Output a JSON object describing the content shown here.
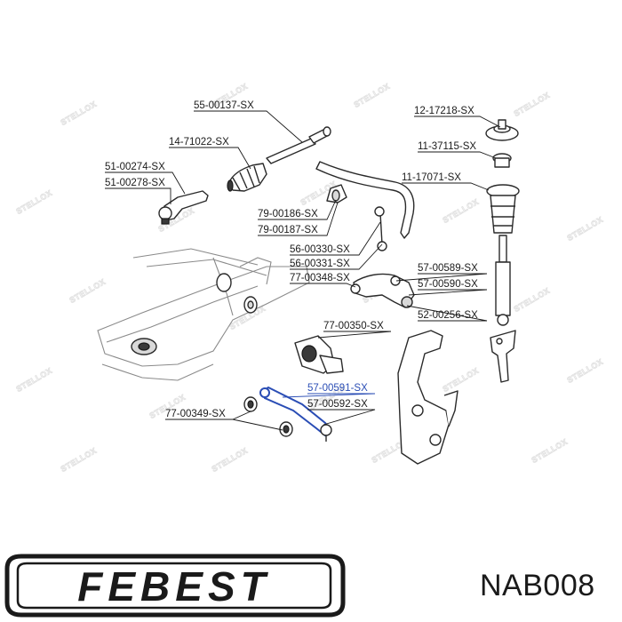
{
  "diagram": {
    "watermark_text": "STELLOX",
    "labels": [
      {
        "id": "55-00137",
        "text": "55-00137-SX",
        "highlight": false
      },
      {
        "id": "14-71022",
        "text": "14-71022-SX",
        "highlight": false
      },
      {
        "id": "51-00274",
        "text": "51-00274-SX",
        "highlight": false
      },
      {
        "id": "51-00278",
        "text": "51-00278-SX",
        "highlight": false
      },
      {
        "id": "12-17218",
        "text": "12-17218-SX",
        "highlight": false
      },
      {
        "id": "11-37115",
        "text": "11-37115-SX",
        "highlight": false
      },
      {
        "id": "11-17071",
        "text": "11-17071-SX",
        "highlight": false
      },
      {
        "id": "79-00186",
        "text": "79-00186-SX",
        "highlight": false
      },
      {
        "id": "79-00187",
        "text": "79-00187-SX",
        "highlight": false
      },
      {
        "id": "56-00330",
        "text": "56-00330-SX",
        "highlight": false
      },
      {
        "id": "56-00331",
        "text": "56-00331-SX",
        "highlight": false
      },
      {
        "id": "77-00348",
        "text": "77-00348-SX",
        "highlight": false
      },
      {
        "id": "57-00589",
        "text": "57-00589-SX",
        "highlight": false
      },
      {
        "id": "57-00590",
        "text": "57-00590-SX",
        "highlight": false
      },
      {
        "id": "52-00256",
        "text": "52-00256-SX",
        "highlight": false
      },
      {
        "id": "77-00350",
        "text": "77-00350-SX",
        "highlight": false
      },
      {
        "id": "57-00591",
        "text": "57-00591-SX",
        "highlight": true
      },
      {
        "id": "57-00592",
        "text": "57-00592-SX",
        "highlight": false
      },
      {
        "id": "77-00349",
        "text": "77-00349-SX",
        "highlight": false
      }
    ]
  },
  "brand": {
    "logo_text": "FEBEST",
    "part_code": "NAB008",
    "highlight_color": "#2a4db5",
    "ink_color": "#1a1a1a"
  }
}
